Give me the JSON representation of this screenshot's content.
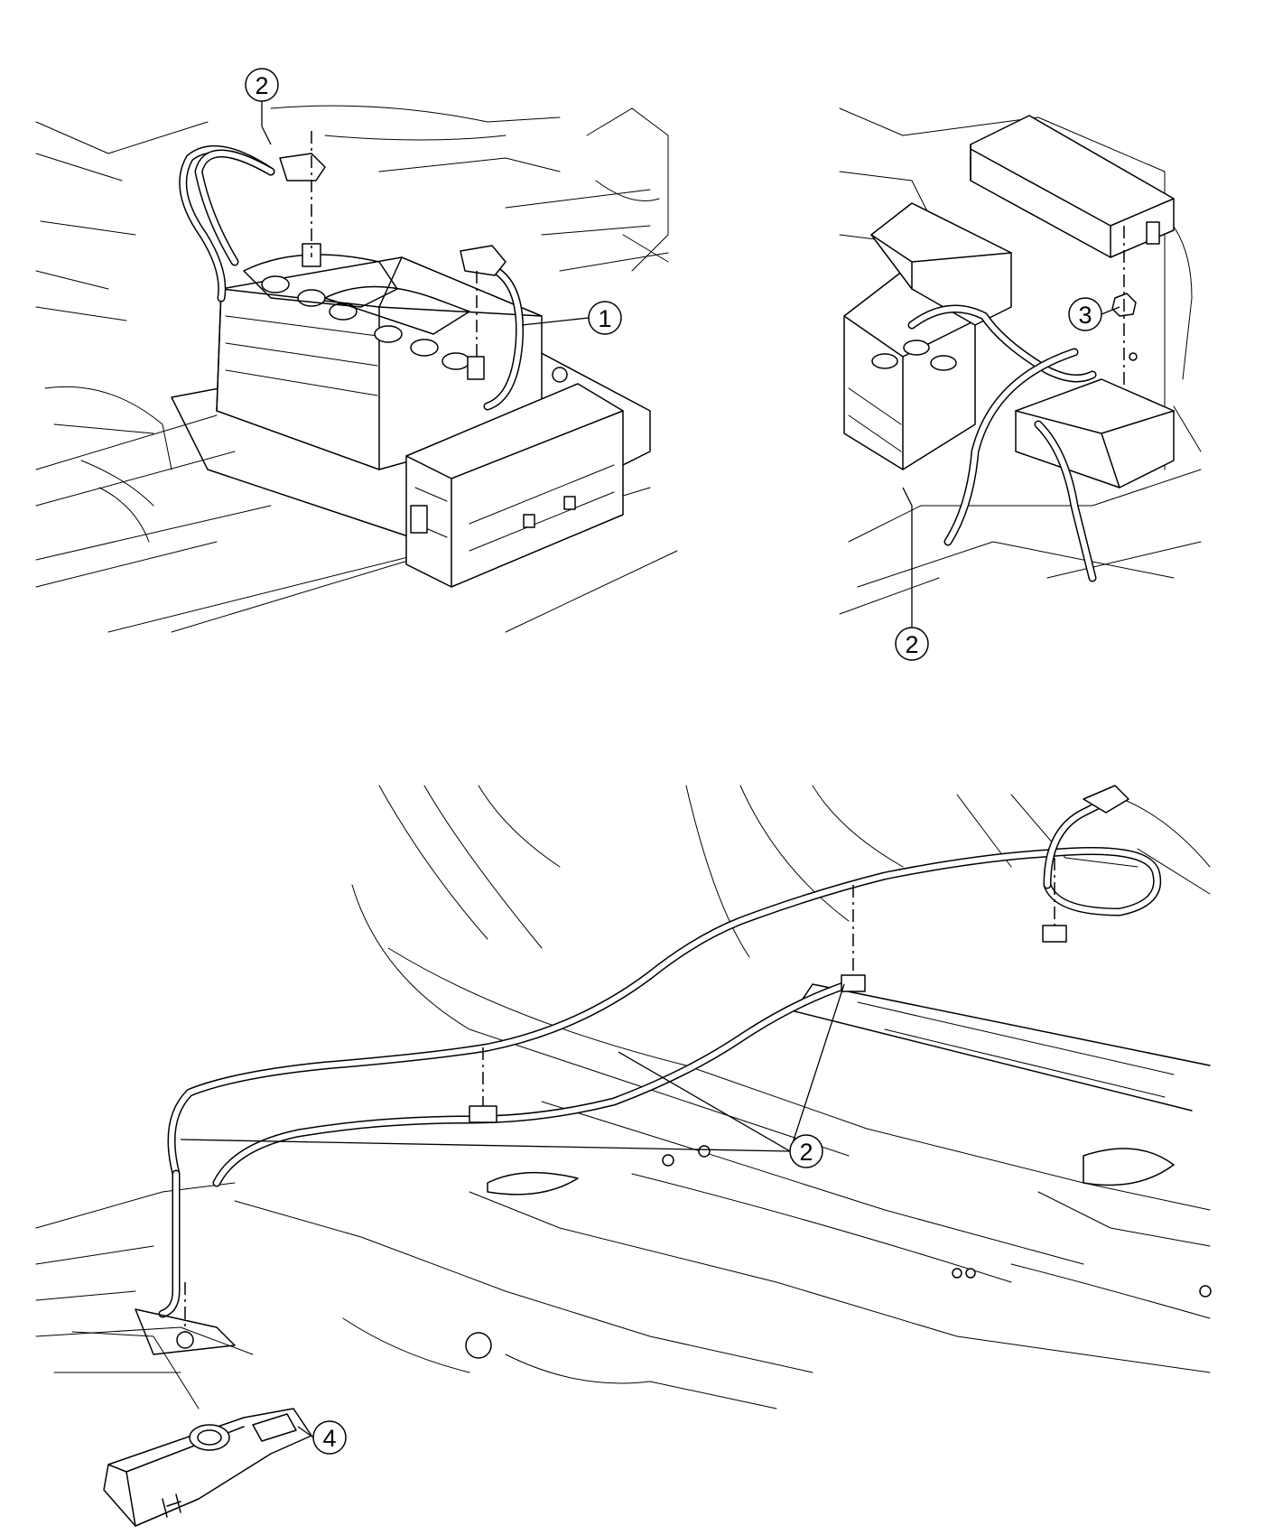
{
  "callouts": {
    "c1": "1",
    "c2a": "2",
    "c2b": "2",
    "c2c": "2",
    "c3": "3",
    "c4": "4"
  },
  "colors": {
    "line": "#000000",
    "background": "#ffffff"
  }
}
